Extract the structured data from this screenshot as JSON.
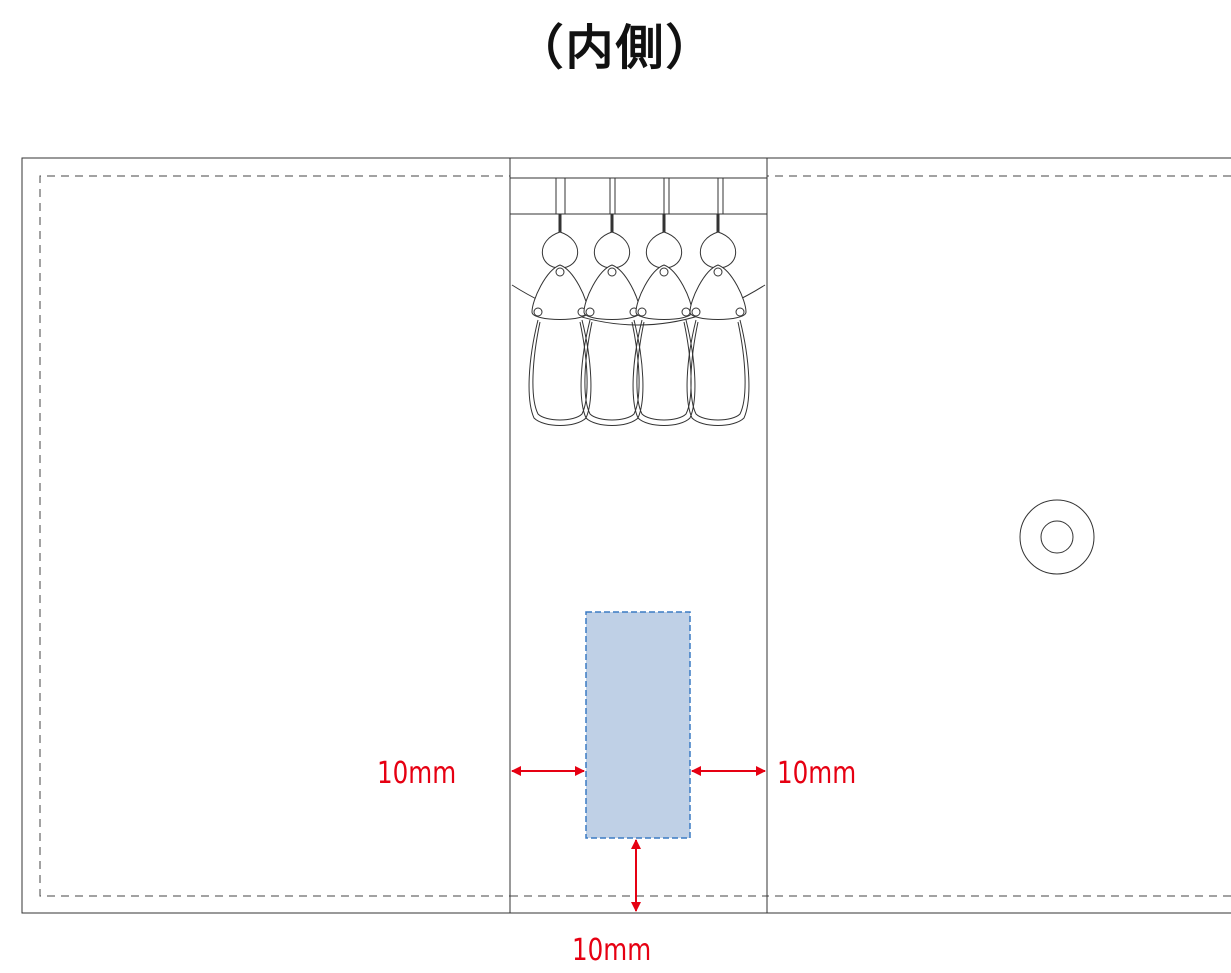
{
  "title": "（内側）",
  "dimensions": {
    "left": "10mm",
    "right": "10mm",
    "bottom": "10mm"
  },
  "key_hooks": 4,
  "colors": {
    "print_area_fill": "#bfd0e6",
    "print_area_border": "#3b7bc4",
    "dimension": "#e60012",
    "line": "#333333"
  }
}
